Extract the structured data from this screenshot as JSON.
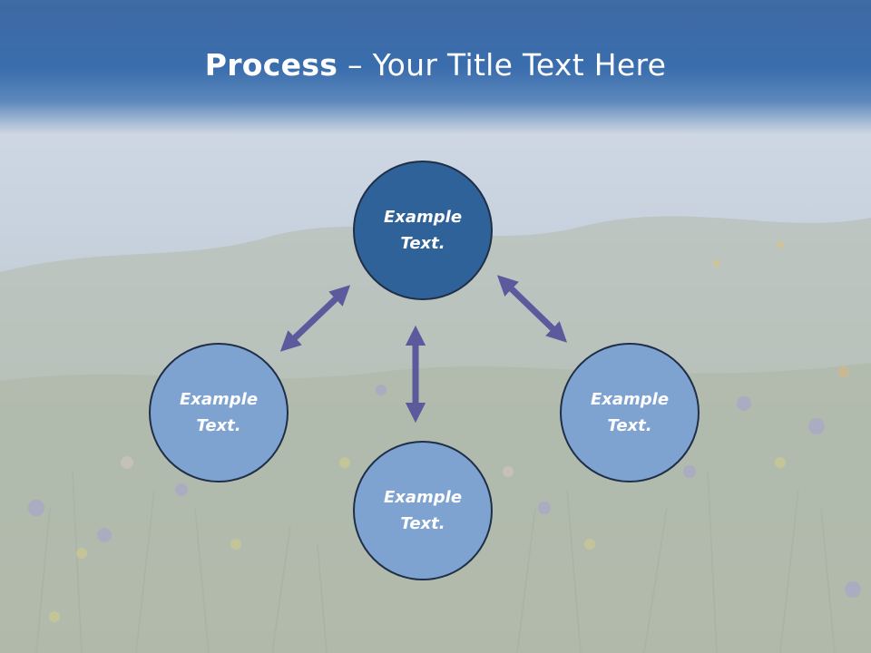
{
  "slide": {
    "title_bold": "Process",
    "title_rest": " – Your Title Text Here"
  },
  "nodes": {
    "top": {
      "line1": "Example",
      "line2": "Text."
    },
    "left": {
      "line1": "Example",
      "line2": "Text."
    },
    "right": {
      "line1": "Example",
      "line2": "Text."
    },
    "bottom": {
      "line1": "Example",
      "line2": "Text."
    }
  },
  "colors": {
    "title_bar": "#3a6dad",
    "top_node": "#30629a",
    "other_nodes": "#7fa3d1",
    "arrows": "#5a5a9c"
  }
}
